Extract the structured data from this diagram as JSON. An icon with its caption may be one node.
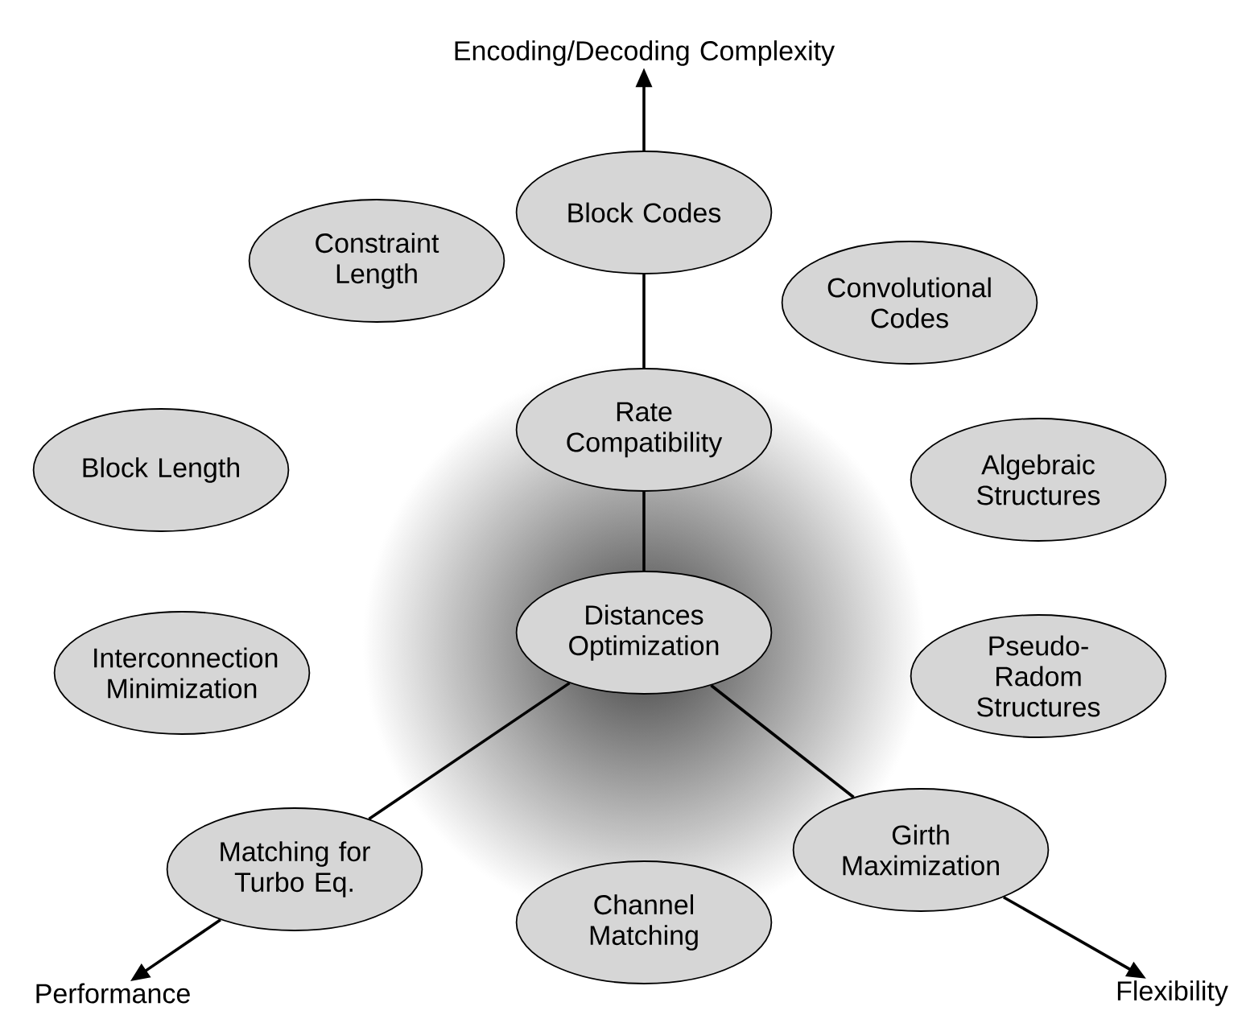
{
  "diagram": {
    "nodes": [
      {
        "text": [
          "Encoding/Decoding Complexity"
        ]
      },
      {
        "text": [
          "Block Codes"
        ]
      },
      {
        "text": [
          "Constraint Length"
        ]
      },
      {
        "text": [
          "Convolutional Codes"
        ]
      },
      {
        "text": [
          "Block Length"
        ]
      },
      {
        "text": [
          "Rate Compatibility"
        ]
      },
      {
        "text": [
          "Algebraic Structures"
        ]
      },
      {
        "text": [
          "Interconnection Minimization"
        ]
      },
      {
        "text": [
          "Distances Optimization"
        ]
      },
      {
        "text": [
          "Pseudo-Radom Structures"
        ]
      },
      {
        "text": [
          "Matching for Turbo Eq."
        ]
      },
      {
        "text": [
          "Girth Maximization"
        ]
      },
      {
        "text": [
          "Channel Matching"
        ]
      },
      {
        "text": [
          "Performance"
        ]
      },
      {
        "text": [
          "Flexibility"
        ]
      }
    ],
    "edges": [
      {
        "from": 8,
        "to": 5,
        "arrow": "none"
      },
      {
        "from": 5,
        "to": 1,
        "arrow": "none"
      },
      {
        "from": 1,
        "to": 0,
        "arrow": "to"
      },
      {
        "from": 8,
        "to": 10,
        "arrow": "none"
      },
      {
        "from": 10,
        "to": 13,
        "arrow": "to"
      },
      {
        "from": 8,
        "to": 11,
        "arrow": "none"
      },
      {
        "from": 11,
        "to": 14,
        "arrow": "to"
      }
    ]
  }
}
